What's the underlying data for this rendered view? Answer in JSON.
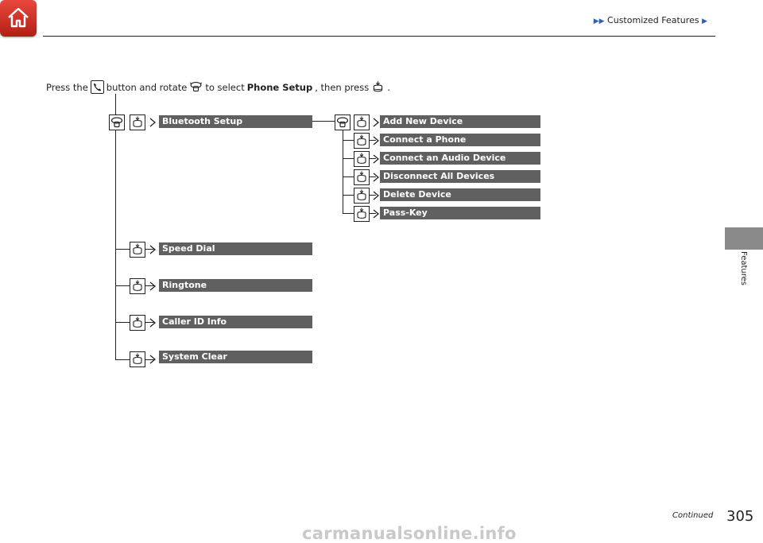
{
  "header": {
    "breadcrumb": "Customized Features",
    "side_tab_label": "Features"
  },
  "instruction": {
    "part1": "Press the",
    "part2": "button and rotate",
    "part3": "to select",
    "bold_term": "Phone Setup",
    "part4": ", then press",
    "part5": "."
  },
  "menu": {
    "level1": [
      "Bluetooth Setup",
      "Speed Dial",
      "Ringtone",
      "Caller ID Info",
      "System Clear"
    ],
    "level2": [
      "Add New Device",
      "Connect a Phone",
      "Connect an Audio Device",
      "Disconnect All Devices",
      "Delete Device",
      "Pass-Key"
    ]
  },
  "footer": {
    "continued": "Continued",
    "page_number": "305",
    "watermark": "carmanualsonline.info"
  },
  "icons": [
    "home-icon",
    "phone-icon",
    "selector-knob-icon",
    "knob-press-icon"
  ]
}
